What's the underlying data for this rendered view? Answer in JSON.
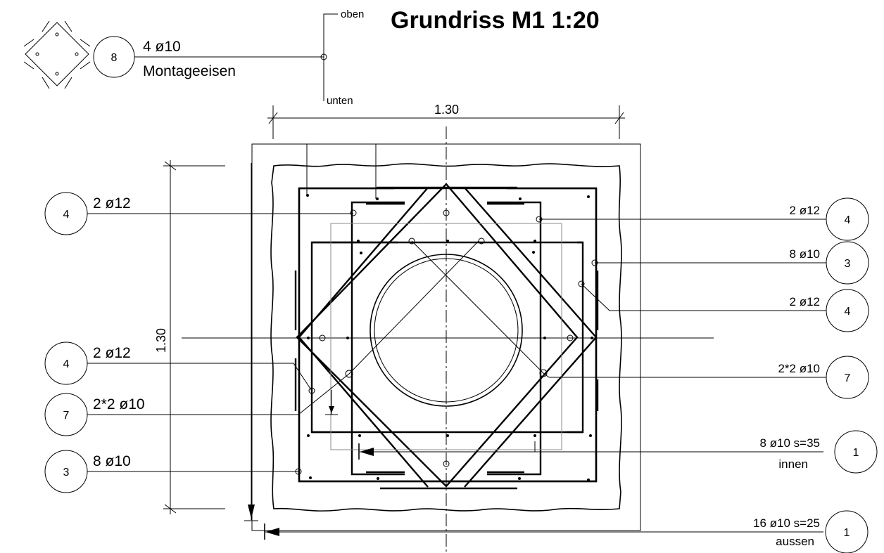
{
  "title": "Grundriss M1 1:20",
  "legend": {
    "bubble": "8",
    "rebar": "4  ø10",
    "name": "Montageeisen",
    "top": "oben",
    "bottom": "unten"
  },
  "dimensions": {
    "width": "1.30",
    "height": "1.30"
  },
  "left_labels": [
    {
      "bubble": "4",
      "text": "2  ø12"
    },
    {
      "bubble": "4",
      "text": "2  ø12"
    },
    {
      "bubble": "7",
      "text": "2*2  ø10"
    },
    {
      "bubble": "3",
      "text": "8  ø10"
    }
  ],
  "right_labels": [
    {
      "bubble": "4",
      "text": "2   ø12"
    },
    {
      "bubble": "3",
      "text": "8   ø10"
    },
    {
      "bubble": "4",
      "text": "2   ø12"
    },
    {
      "bubble": "7",
      "text": "2*2   ø10"
    },
    {
      "bubble": "1",
      "text": "8 ø10   s=35",
      "sub": "innen"
    },
    {
      "bubble": "1",
      "text": "16 ø10   s=25",
      "sub": "aussen"
    }
  ]
}
